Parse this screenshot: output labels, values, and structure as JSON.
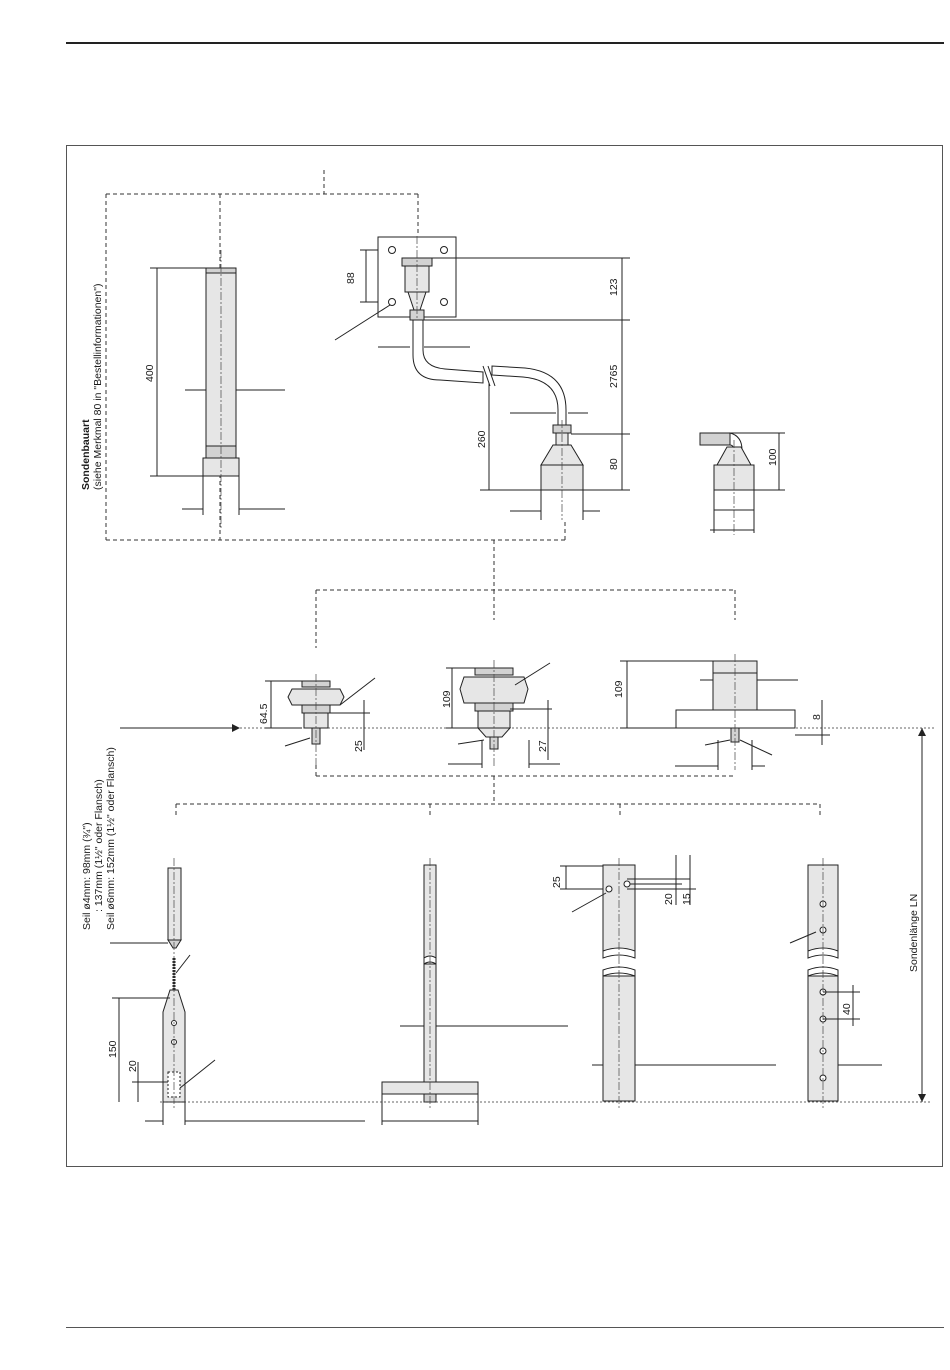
{
  "probe_design": {
    "title": "Sondenbauart",
    "subtitle": "(siehe Merkmal 80 in \"Bestellinformationen\")"
  },
  "rope_lengths": {
    "line1": "Seil ø4mm: 98mm (¾\")",
    "line2": ": 137mm (1½\" oder Flansch)",
    "line3": "Seil ø6mm: 152mm (1½\" oder Flansch)"
  },
  "probe_length_label": "Sondenlänge LN",
  "dimensions": {
    "rod_400": "400",
    "flange_88": "88",
    "flange_123": "123",
    "cable_2765": "2765",
    "remote_260": "260",
    "remote_80": "80",
    "compact_100": "100",
    "thread34_64_5": "64.5",
    "thread34_25": "25",
    "thread112_109": "109",
    "thread112_27": "27",
    "flange_109": "109",
    "flange_8": "8",
    "rope_150": "150",
    "rope_20": "20",
    "coax_25": "25",
    "coax_20": "20",
    "coax_15": "15",
    "coax_40": "40"
  }
}
